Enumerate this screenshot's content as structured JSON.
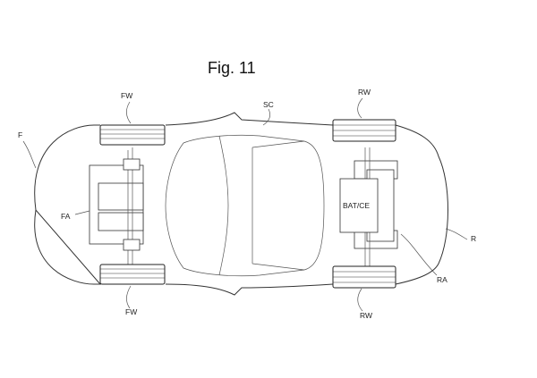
{
  "figure": {
    "title": "Fig. 11",
    "labels": {
      "fw_top": "FW",
      "fw_bottom": "FW",
      "rw_top": "RW",
      "rw_bottom": "RW",
      "sc": "SC",
      "f": "F",
      "fa": "FA",
      "ra": "RA",
      "r": "R",
      "battery": "BAT/CE"
    }
  }
}
